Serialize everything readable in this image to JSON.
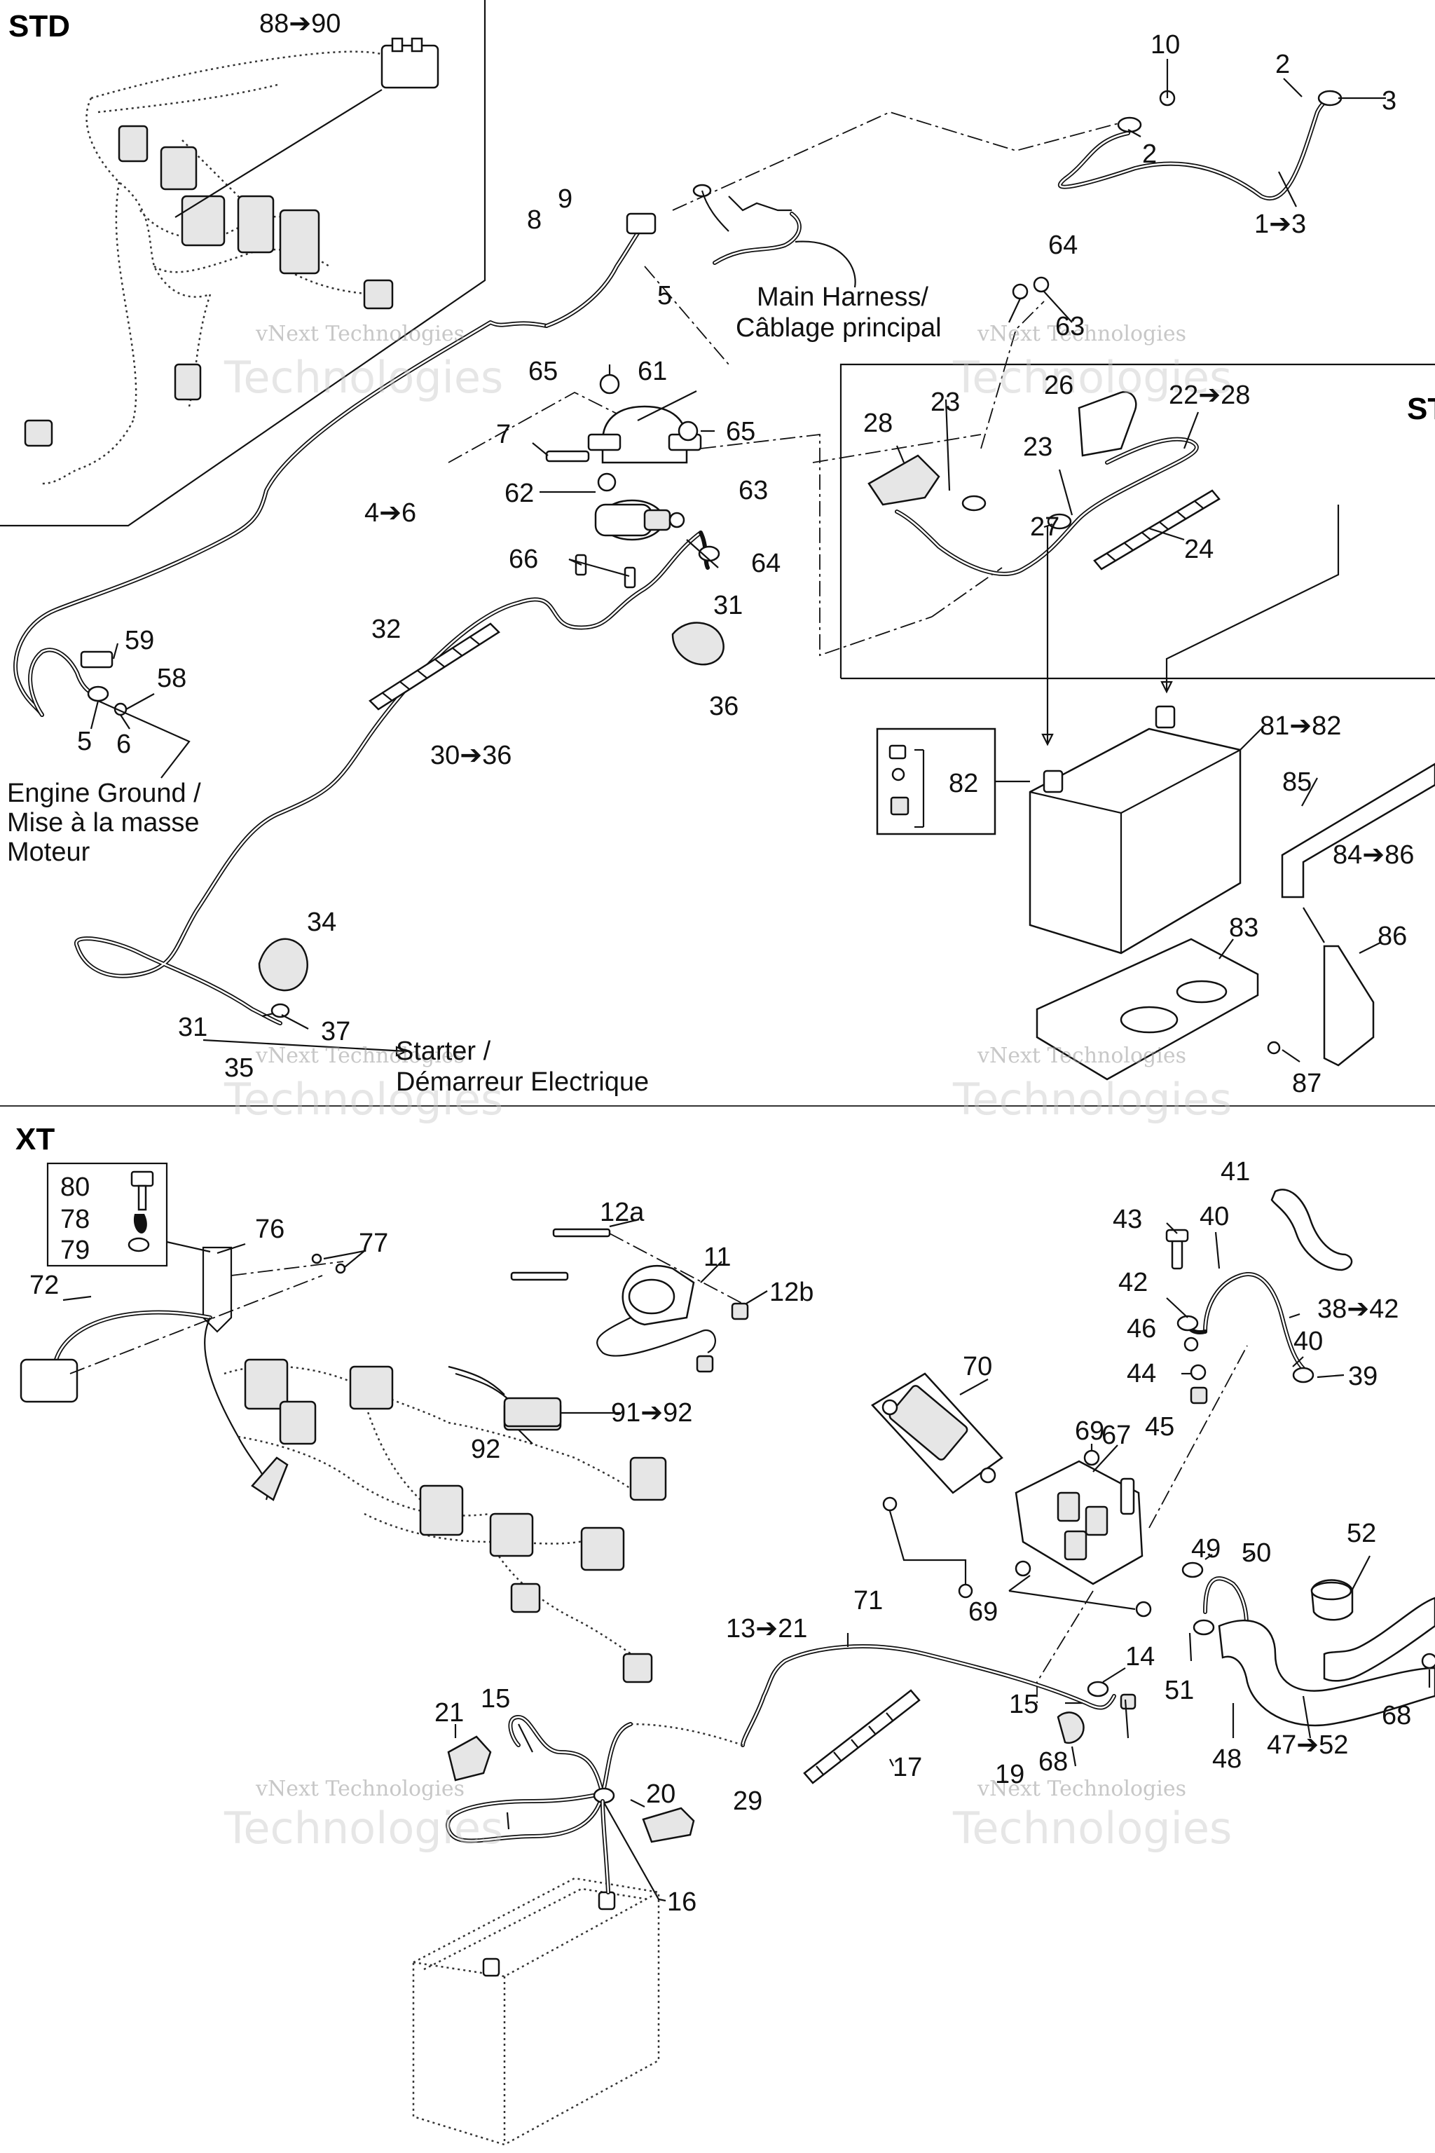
{
  "sections": {
    "std": "STD",
    "std_cut": "ST",
    "xt": "XT"
  },
  "captions": {
    "main_harness_1": "Main Harness/",
    "main_harness_2": "Câblage principal",
    "engine_ground_1": "Engine Ground /",
    "engine_ground_2": "Mise à la masse",
    "engine_ground_3": "Moteur",
    "starter_1": "Starter /",
    "starter_2": "Démarreur Electrique"
  },
  "watermark": {
    "line1": "vNext Technologies",
    "line2": "Technologies"
  },
  "std_callouts": {
    "c88_90": "88➔90",
    "c10": "10",
    "c2a": "2",
    "c2b": "2",
    "c3": "3",
    "c1_3": "1➔3",
    "c9": "9",
    "c8": "8",
    "c5a": "5",
    "c64a": "64",
    "c63a": "63",
    "c65a": "65",
    "c61": "61",
    "c7": "7",
    "c65b": "65",
    "c62": "62",
    "c63b": "63",
    "c66": "66",
    "c64b": "64",
    "c31a": "31",
    "c36a": "36",
    "c4_6": "4➔6",
    "c59": "59",
    "c58": "58",
    "c5b": "5",
    "c6": "6",
    "c32": "32",
    "c30_36": "30➔36",
    "c34": "34",
    "c31b": "31",
    "c37": "37",
    "c35": "35",
    "c28": "28",
    "c23a": "23",
    "c26": "26",
    "c22_28": "22➔28",
    "c23b": "23",
    "c27": "27",
    "c24": "24",
    "c81_82": "81➔82",
    "c82": "82",
    "c85": "85",
    "c84_86": "84➔86",
    "c83": "83",
    "c86": "86",
    "c87": "87"
  },
  "xt_callouts": {
    "c80": "80",
    "c78": "78",
    "c79": "79",
    "c76": "76",
    "c77": "77",
    "c72": "72",
    "c12a": "12a",
    "c11": "11",
    "c12b": "12b",
    "c91_92": "91➔92",
    "c92": "92",
    "c41": "41",
    "c43": "43",
    "c40a": "40",
    "c42": "42",
    "c38_42": "38➔42",
    "c46": "46",
    "c40b": "40",
    "c44": "44",
    "c39": "39",
    "c45": "45",
    "c70": "70",
    "c69a": "69",
    "c67": "67",
    "c49": "49",
    "c50": "50",
    "c52": "52",
    "c71": "71",
    "c69b": "69",
    "c13_21": "13➔21",
    "c14": "14",
    "c51": "51",
    "c15a": "15",
    "c21": "21",
    "c15b": "15",
    "c68a": "68",
    "c19": "19",
    "c68b": "68",
    "c48": "48",
    "c47_52": "47➔52",
    "c17": "17",
    "c20": "20",
    "c29": "29",
    "c16": "16"
  }
}
